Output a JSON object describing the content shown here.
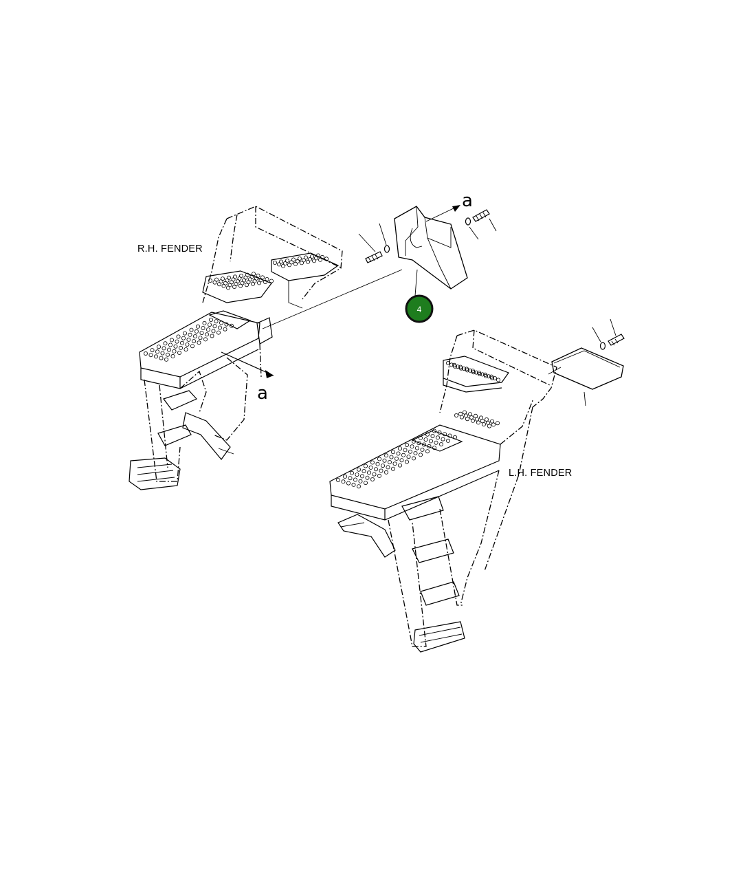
{
  "labels": {
    "rh_fender": "R.H. FENDER",
    "lh_fender": "L.H. FENDER",
    "view_arrow_upper": "a",
    "view_arrow_lower": "a"
  },
  "callouts": [
    {
      "number": "4",
      "color": "#1e7d1e"
    }
  ],
  "colors": {
    "line": "#000000",
    "background": "#ffffff",
    "callout_fill": "#1e7d1e",
    "callout_ring": "#111111"
  }
}
